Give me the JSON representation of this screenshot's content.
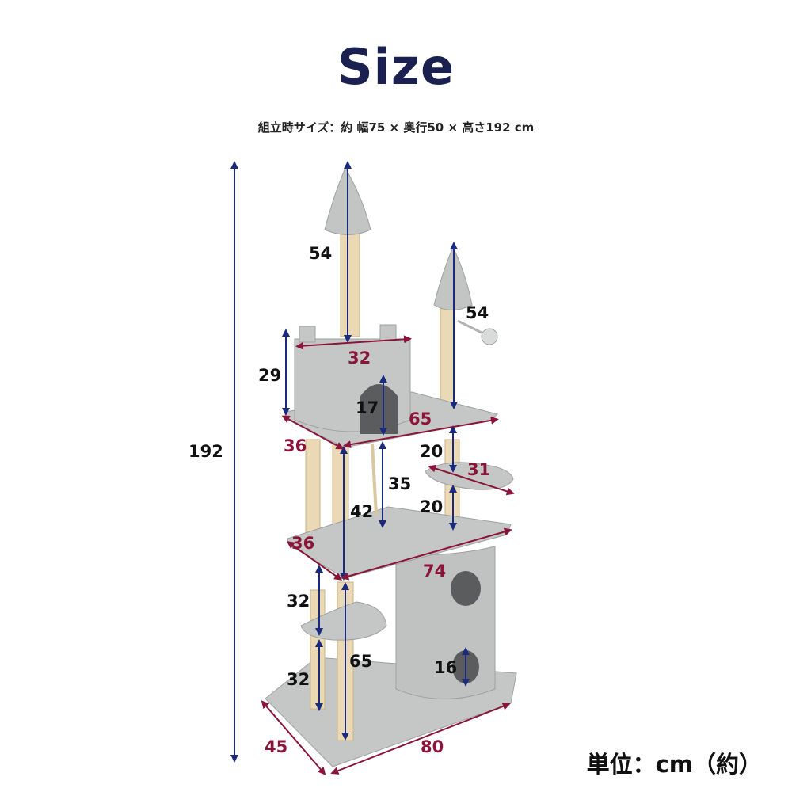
{
  "title": "Size",
  "subtitle": "組立時サイズ：約 幅75 × 奥行50 × 高さ192 cm",
  "unit_note": "単位：cm（約）",
  "colors": {
    "navy": "#1a2a7c",
    "maroon": "#8a1538",
    "plush": "#c4c7c6",
    "sisal": "#ead9b4"
  },
  "dimensions": {
    "total_height": "192",
    "top_cone_post": "54",
    "right_cone_post": "54",
    "castle_height": "29",
    "castle_width": "32",
    "castle_door": "17",
    "upper_shelf_width": "65",
    "upper_shelf_depth": "36",
    "gap_to_small_shelf": "20",
    "small_shelf": "31",
    "rope": "35",
    "small_shelf_gap": "20",
    "mid_post": "42",
    "mid_shelf_depth": "36",
    "mid_shelf_width": "74",
    "lower_gap_1": "32",
    "lower_gap_2": "32",
    "base_post": "65",
    "barrel_hole": "16",
    "base_depth": "45",
    "base_width": "80"
  }
}
